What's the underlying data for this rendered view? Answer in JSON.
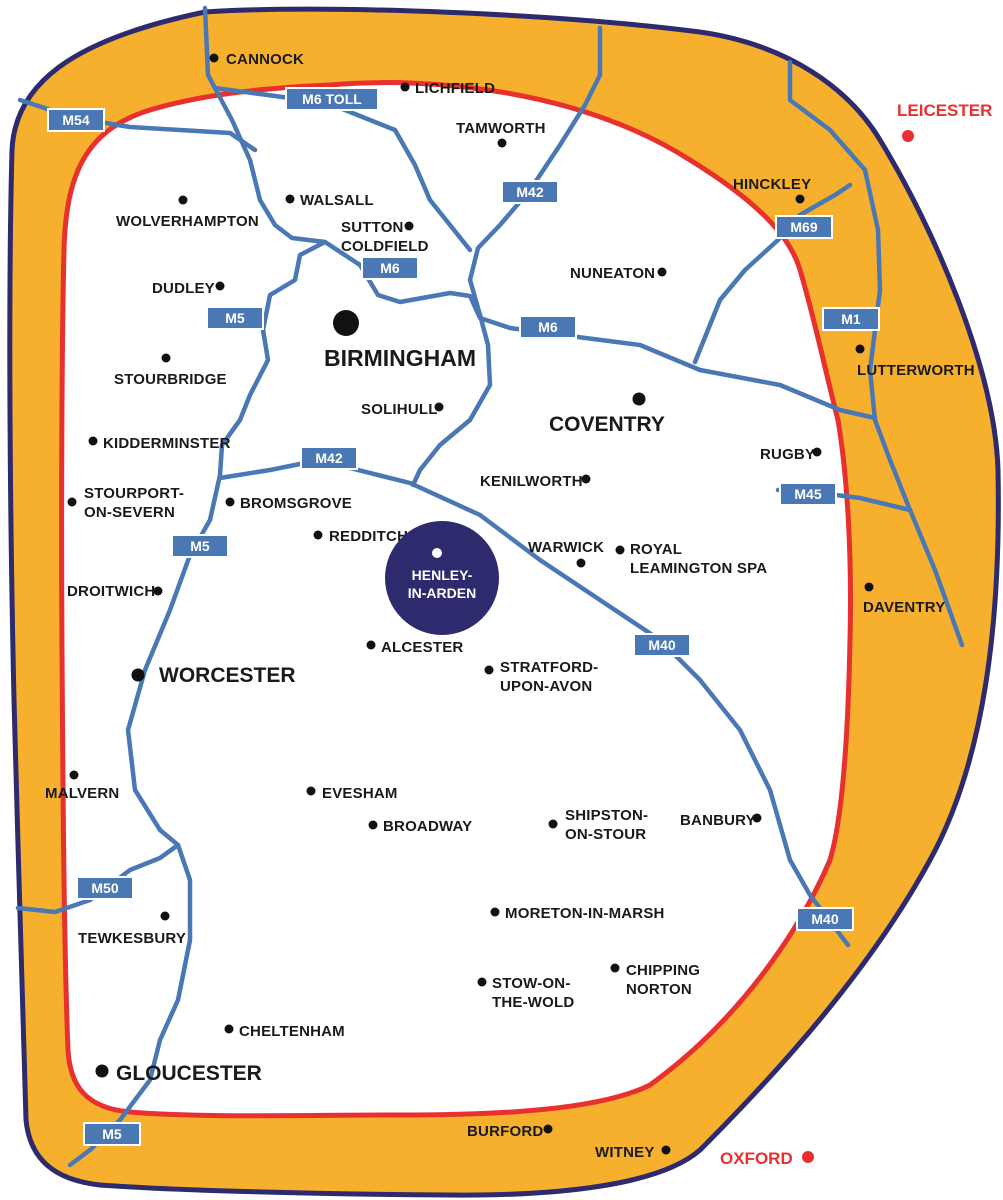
{
  "colors": {
    "outer_zone": "#f7b02e",
    "outer_border": "#2d2a6e",
    "inner_border": "#e8312f",
    "inner_zone": "#ffffff",
    "road": "#4a78b5",
    "road_badge": "#4a78b5",
    "dot": "#111111",
    "external": "#e8312f",
    "hub": "#2d2a6e"
  },
  "hub": {
    "line1": "HENLEY-",
    "line2": "IN-ARDEN"
  },
  "cities": [
    {
      "name": "BIRMINGHAM"
    },
    {
      "name": "COVENTRY"
    },
    {
      "name": "WORCESTER"
    },
    {
      "name": "GLOUCESTER"
    }
  ],
  "towns": [
    {
      "l1": "CANNOCK"
    },
    {
      "l1": "LICHFIELD"
    },
    {
      "l1": "TAMWORTH"
    },
    {
      "l1": "WALSALL"
    },
    {
      "l1": "WOLVERHAMPTON"
    },
    {
      "l1": "SUTTON",
      "l2": "COLDFIELD"
    },
    {
      "l1": "HINCKLEY"
    },
    {
      "l1": "NUNEATON"
    },
    {
      "l1": "DUDLEY"
    },
    {
      "l1": "LUTTERWORTH"
    },
    {
      "l1": "STOURBRIDGE"
    },
    {
      "l1": "SOLIHULL"
    },
    {
      "l1": "KIDDERMINSTER"
    },
    {
      "l1": "RUGBY"
    },
    {
      "l1": "KENILWORTH"
    },
    {
      "l1": "STOURPORT-",
      "l2": "ON-SEVERN"
    },
    {
      "l1": "BROMSGROVE"
    },
    {
      "l1": "REDDITCH"
    },
    {
      "l1": "WARWICK"
    },
    {
      "l1": "ROYAL",
      "l2": "LEAMINGTON SPA"
    },
    {
      "l1": "DROITWICH"
    },
    {
      "l1": "DAVENTRY"
    },
    {
      "l1": "ALCESTER"
    },
    {
      "l1": "STRATFORD-",
      "l2": "UPON-AVON"
    },
    {
      "l1": "MALVERN"
    },
    {
      "l1": "EVESHAM"
    },
    {
      "l1": "BROADWAY"
    },
    {
      "l1": "SHIPSTON-",
      "l2": "ON-STOUR"
    },
    {
      "l1": "BANBURY"
    },
    {
      "l1": "TEWKESBURY"
    },
    {
      "l1": "MORETON-IN-MARSH"
    },
    {
      "l1": "STOW-ON-",
      "l2": "THE-WOLD"
    },
    {
      "l1": "CHIPPING",
      "l2": "NORTON"
    },
    {
      "l1": "CHELTENHAM"
    },
    {
      "l1": "BURFORD"
    },
    {
      "l1": "WITNEY"
    }
  ],
  "external": [
    {
      "name": "LEICESTER"
    },
    {
      "name": "OXFORD"
    }
  ],
  "roads": [
    {
      "label": "M6 TOLL"
    },
    {
      "label": "M54"
    },
    {
      "label": "M42"
    },
    {
      "label": "M69"
    },
    {
      "label": "M6"
    },
    {
      "label": "M1"
    },
    {
      "label": "M5"
    },
    {
      "label": "M6"
    },
    {
      "label": "M42"
    },
    {
      "label": "M45"
    },
    {
      "label": "M5"
    },
    {
      "label": "M40"
    },
    {
      "label": "M50"
    },
    {
      "label": "M40"
    },
    {
      "label": "M5"
    }
  ]
}
